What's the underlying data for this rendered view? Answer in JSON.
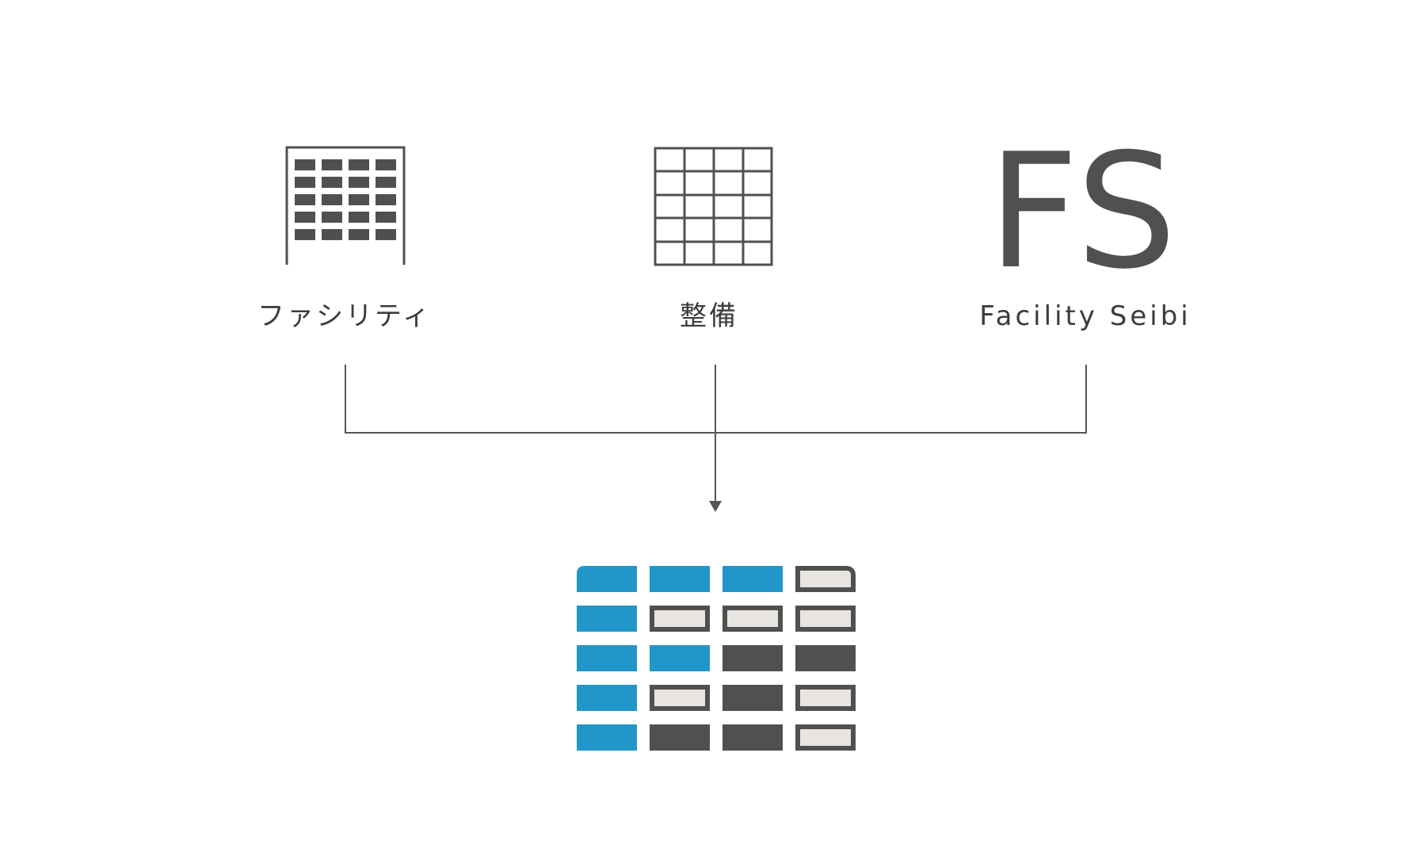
{
  "nodes": [
    {
      "id": "facility",
      "label": "ファシリティ",
      "icon": "building-icon"
    },
    {
      "id": "seibi",
      "label": "整備",
      "icon": "grid-icon"
    },
    {
      "id": "fs",
      "label": "Facility Seibi",
      "icon": "fs-monogram",
      "monogram": "FS"
    }
  ],
  "result": {
    "icon": "logo-mark"
  },
  "colors": {
    "dark": "#505050",
    "blue": "#2196c8",
    "light_fill": "#e8e5e1",
    "line": "#555555"
  }
}
